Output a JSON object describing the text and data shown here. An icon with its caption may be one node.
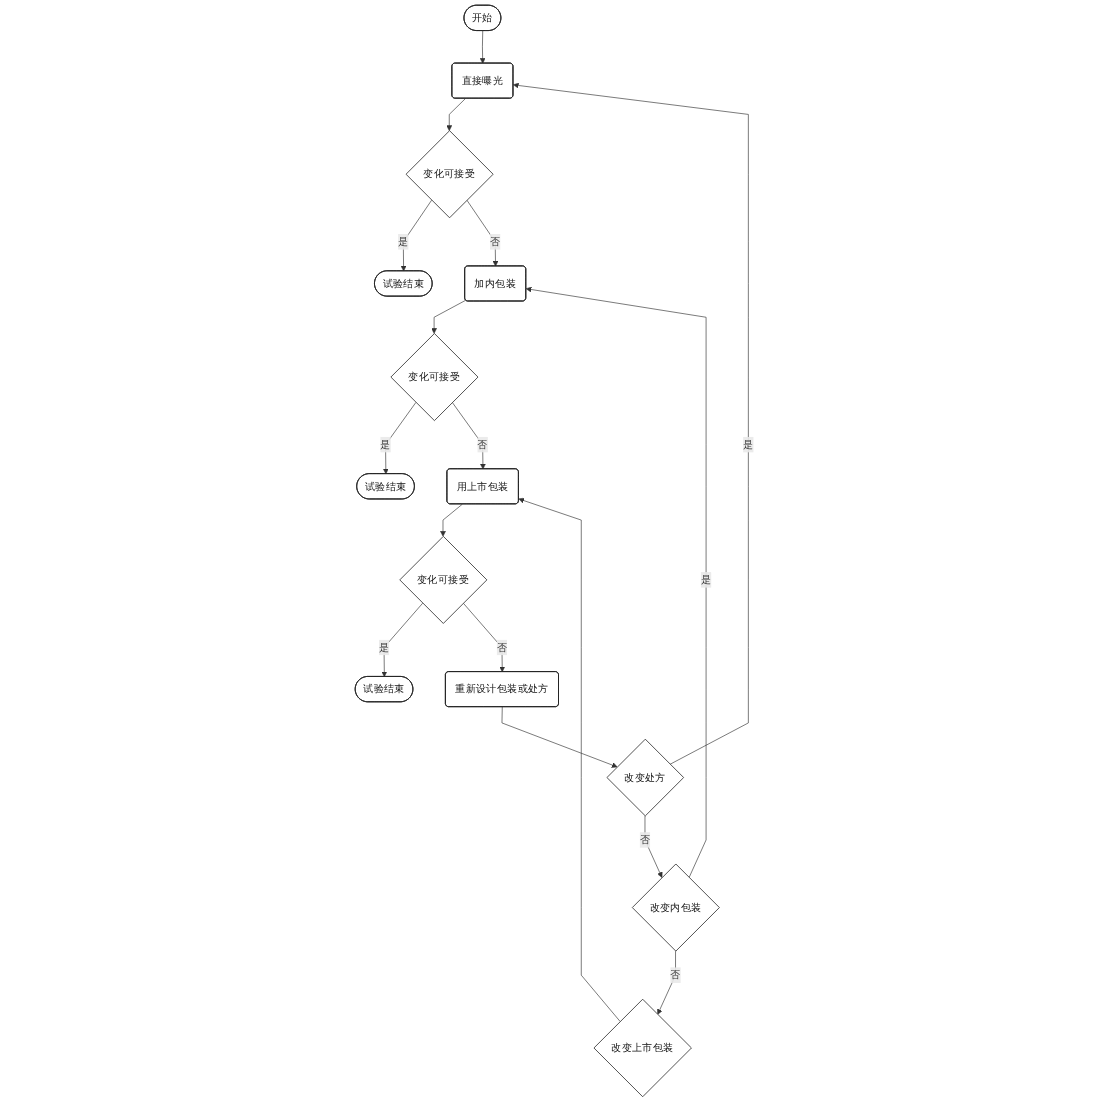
{
  "diagram": {
    "nodes": [
      {
        "text": [
          "开始"
        ]
      },
      {
        "text": [
          "改变处方"
        ]
      },
      {
        "text": [
          "直接曝光"
        ]
      },
      {
        "text": [
          "变化可接受"
        ]
      },
      {
        "text": [
          "试验结束"
        ]
      },
      {
        "text": [
          "改变内包装"
        ]
      },
      {
        "text": [
          "加内包装"
        ]
      },
      {
        "text": [
          "变化可接受"
        ]
      },
      {
        "text": [
          "试验结束"
        ]
      },
      {
        "text": [
          "改变上市包装"
        ]
      },
      {
        "text": [
          "用上市包装"
        ]
      },
      {
        "text": [
          "变化可接受"
        ]
      },
      {
        "text": [
          "试验结束"
        ]
      },
      {
        "text": [
          "重新设计包装或处方"
        ]
      }
    ],
    "edges": [
      {
        "from": 0,
        "to": 2,
        "arrow": "to"
      },
      {
        "from": 1,
        "to": 2,
        "arrow": "to",
        "label": "是"
      },
      {
        "from": 2,
        "to": 3,
        "arrow": "to"
      },
      {
        "from": 3,
        "to": 4,
        "arrow": "to",
        "label": "是"
      },
      {
        "from": 3,
        "to": 6,
        "arrow": "to",
        "label": "否"
      },
      {
        "from": 1,
        "to": 5,
        "arrow": "to",
        "label": "否"
      },
      {
        "from": 5,
        "to": 6,
        "arrow": "to",
        "label": "是"
      },
      {
        "from": 6,
        "to": 7,
        "arrow": "to"
      },
      {
        "from": 7,
        "to": 8,
        "arrow": "to",
        "label": "是"
      },
      {
        "from": 7,
        "to": 10,
        "arrow": "to",
        "label": "否"
      },
      {
        "from": 5,
        "to": 9,
        "arrow": "to",
        "label": "否"
      },
      {
        "from": 9,
        "to": 10,
        "arrow": "to"
      },
      {
        "from": 10,
        "to": 11,
        "arrow": "to"
      },
      {
        "from": 11,
        "to": 12,
        "arrow": "to",
        "label": "是"
      },
      {
        "from": 11,
        "to": 13,
        "arrow": "to",
        "label": "否"
      },
      {
        "from": 13,
        "to": 1,
        "arrow": "to"
      }
    ]
  }
}
